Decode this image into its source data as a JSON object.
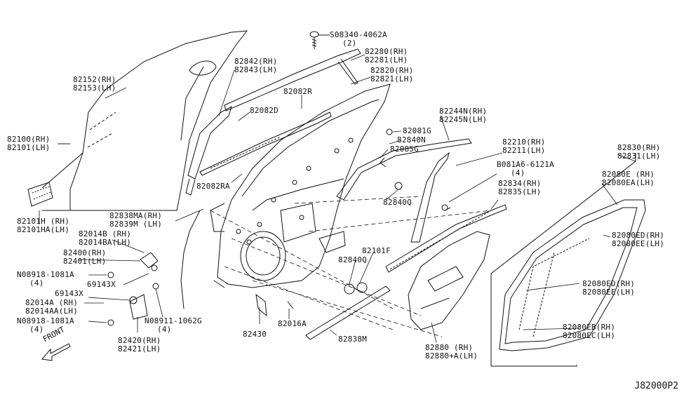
{
  "diagram_code": "J82000P2",
  "front_label": "FRONT",
  "labels": {
    "screw_top": [
      "S08340-4062A",
      "(2)"
    ],
    "p82152": [
      "82152(RH)",
      "82153(LH)"
    ],
    "p82100": [
      "82100(RH)",
      "82101(LH)"
    ],
    "p82842": [
      "82842(RH)",
      "82843(LH)"
    ],
    "p82280": [
      "82280(RH)",
      "82281(LH)"
    ],
    "p82820": [
      "82820(RH)",
      "82821(LH)"
    ],
    "p82082R": [
      "82082R"
    ],
    "p82082D": [
      "82082D"
    ],
    "p82081G": [
      "82081G"
    ],
    "p82840N": [
      "82840N"
    ],
    "p82085G": [
      "82085G"
    ],
    "p82244N": [
      "82244N(RH)",
      "82245N(LH)"
    ],
    "p82210": [
      "82210(RH)",
      "82211(LH)"
    ],
    "p081A6": [
      "B081A6-6121A",
      "(4)"
    ],
    "p82082RA": [
      "82082RA"
    ],
    "p82840Q_a": [
      "82840Q"
    ],
    "p82834": [
      "82834(RH)",
      "82835(LH)"
    ],
    "p82830": [
      "82830(RH)",
      "82831(LH)"
    ],
    "p82080E": [
      "82080E (RH)",
      "82080EA(LH)"
    ],
    "p82101H": [
      "82101H (RH)",
      "82101HA(LH)"
    ],
    "p82838MA": [
      "82838MA(RH)",
      "82839M (LH)"
    ],
    "p82014B": [
      "82014B (RH)",
      "82014BA(LH)"
    ],
    "p82400": [
      "82400(RH)",
      "82401(LH)"
    ],
    "n08918_a": [
      "N08918-1081A",
      "(4)"
    ],
    "p69143X_a": [
      "69143X"
    ],
    "p69143X_b": [
      "69143X"
    ],
    "p82014A": [
      "82014A (RH)",
      "82014AA(LH)"
    ],
    "n08918_b": [
      "N08918-1081A",
      "(4)"
    ],
    "n08911": [
      "N08911-1062G",
      "(4)"
    ],
    "p82420": [
      "82420(RH)",
      "82421(LH)"
    ],
    "p82101F": [
      "82101F"
    ],
    "p82840Q_b": [
      "82840Q"
    ],
    "p82430": [
      "82430"
    ],
    "p82016A": [
      "82016A"
    ],
    "p82838M": [
      "82838M"
    ],
    "p82880": [
      "82880 (RH)",
      "82880+A(LH)"
    ],
    "p82080ED": [
      "82080ED(RH)",
      "82080EE(LH)"
    ],
    "p82080ED_b": [
      "82080ED(RH)",
      "82080EE(LH)"
    ],
    "p82080EB": [
      "82080EB(RH)",
      "82080EC(LH)"
    ]
  }
}
